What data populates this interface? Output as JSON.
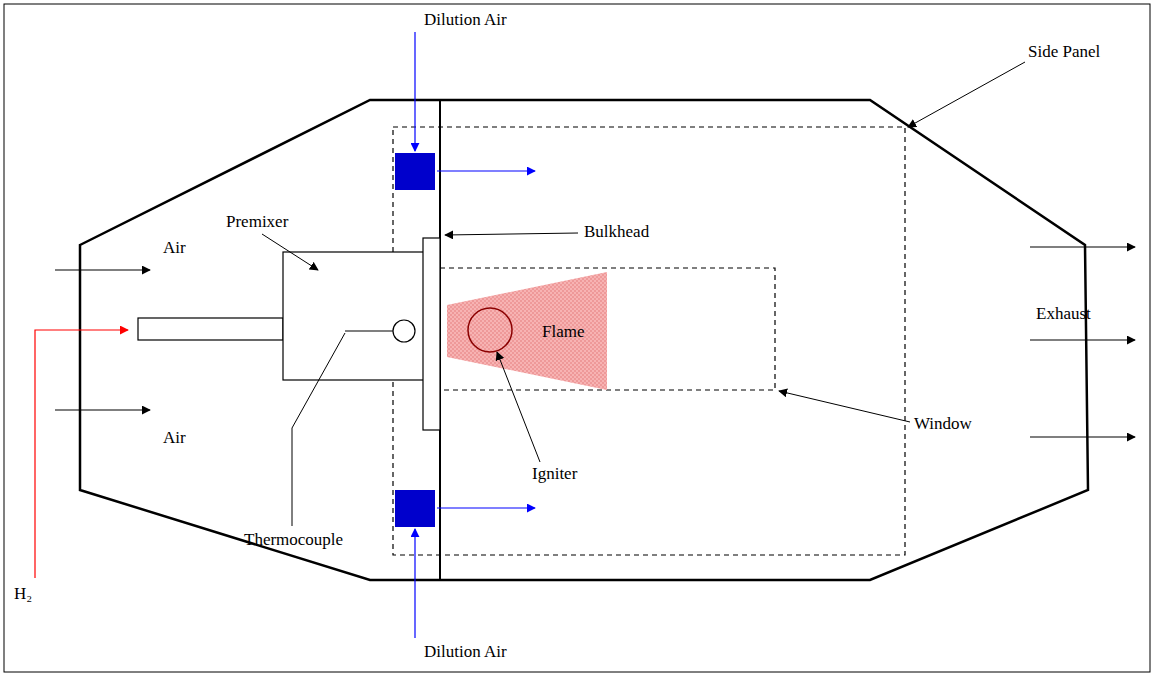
{
  "diagram": {
    "labels": [
      "Dilution Air",
      "Side Panel",
      "Air",
      "Premixer",
      "Bulkhead",
      "Flame",
      "Igniter",
      "Window",
      "Exhaust",
      "Air",
      "H₂",
      "Thermocouple",
      "Dilution Air"
    ]
  }
}
